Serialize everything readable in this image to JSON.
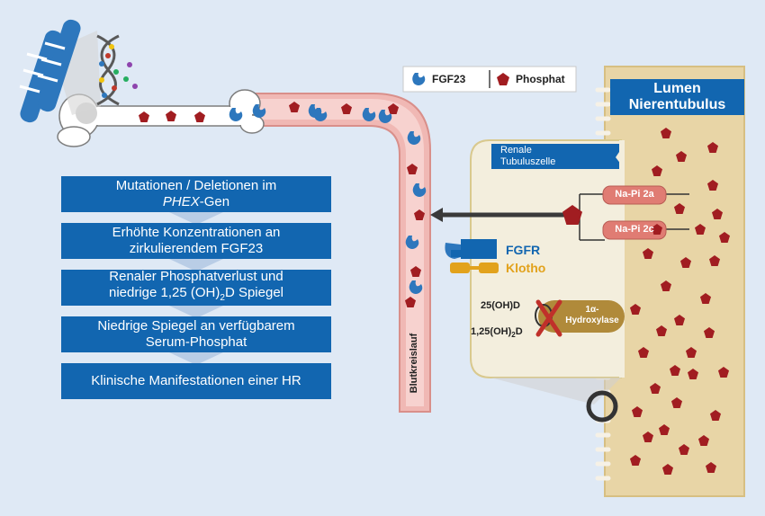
{
  "legend": {
    "fgf23": "FGF23",
    "phosphat": "Phosphat"
  },
  "lumen": {
    "line1": "Lumen",
    "line2": "Nierentubulus"
  },
  "cell": {
    "line1": "Renale",
    "line2": "Tubuluszelle"
  },
  "transporters": [
    "Na-Pi 2a",
    "Na-Pi 2c"
  ],
  "receptors": {
    "fgfr": "FGFR",
    "klotho": "Klotho"
  },
  "vitamin": {
    "substrate": "25(OH)D",
    "product": "1,25(OH)",
    "product_sub": "2",
    "product_end": "D",
    "enzyme_line1": "1α-",
    "enzyme_line2": "Hydroxylase"
  },
  "vessel_label": "Blutkreislauf",
  "flow": [
    {
      "line1": "Mutationen / Deletionen im",
      "line2_italic": "PHEX",
      "line2_rest": "-Gen"
    },
    {
      "line1": "Erhöhte Konzentrationen an",
      "line2": "zirkulierendem FGF23"
    },
    {
      "line1": "Renaler Phosphatverlust und",
      "line2_pre": "niedrige 1,25 (OH)",
      "line2_sub": "2",
      "line2_post": "D Spiegel"
    },
    {
      "line1": "Niedrige Spiegel an verfügbarem",
      "line2": "Serum-Phosphat"
    },
    {
      "line1": "Klinische Manifestationen einer HR"
    }
  ],
  "colors": {
    "background": "#dfe9f5",
    "blue": "#1266b0",
    "phosphate": "#a11d21",
    "vessel": "#f0b8b4",
    "cell": "#f3eedd",
    "lumen": "#e8d5a6",
    "transporter": "#e07c73",
    "klotho": "#e2a21c",
    "enzyme": "#b08a3a"
  },
  "icons": [
    "chromosome-icon",
    "dna-icon",
    "bone-icon",
    "fgf23-icon",
    "phosphate-icon",
    "cross-icon",
    "magnifier-ring-icon"
  ]
}
